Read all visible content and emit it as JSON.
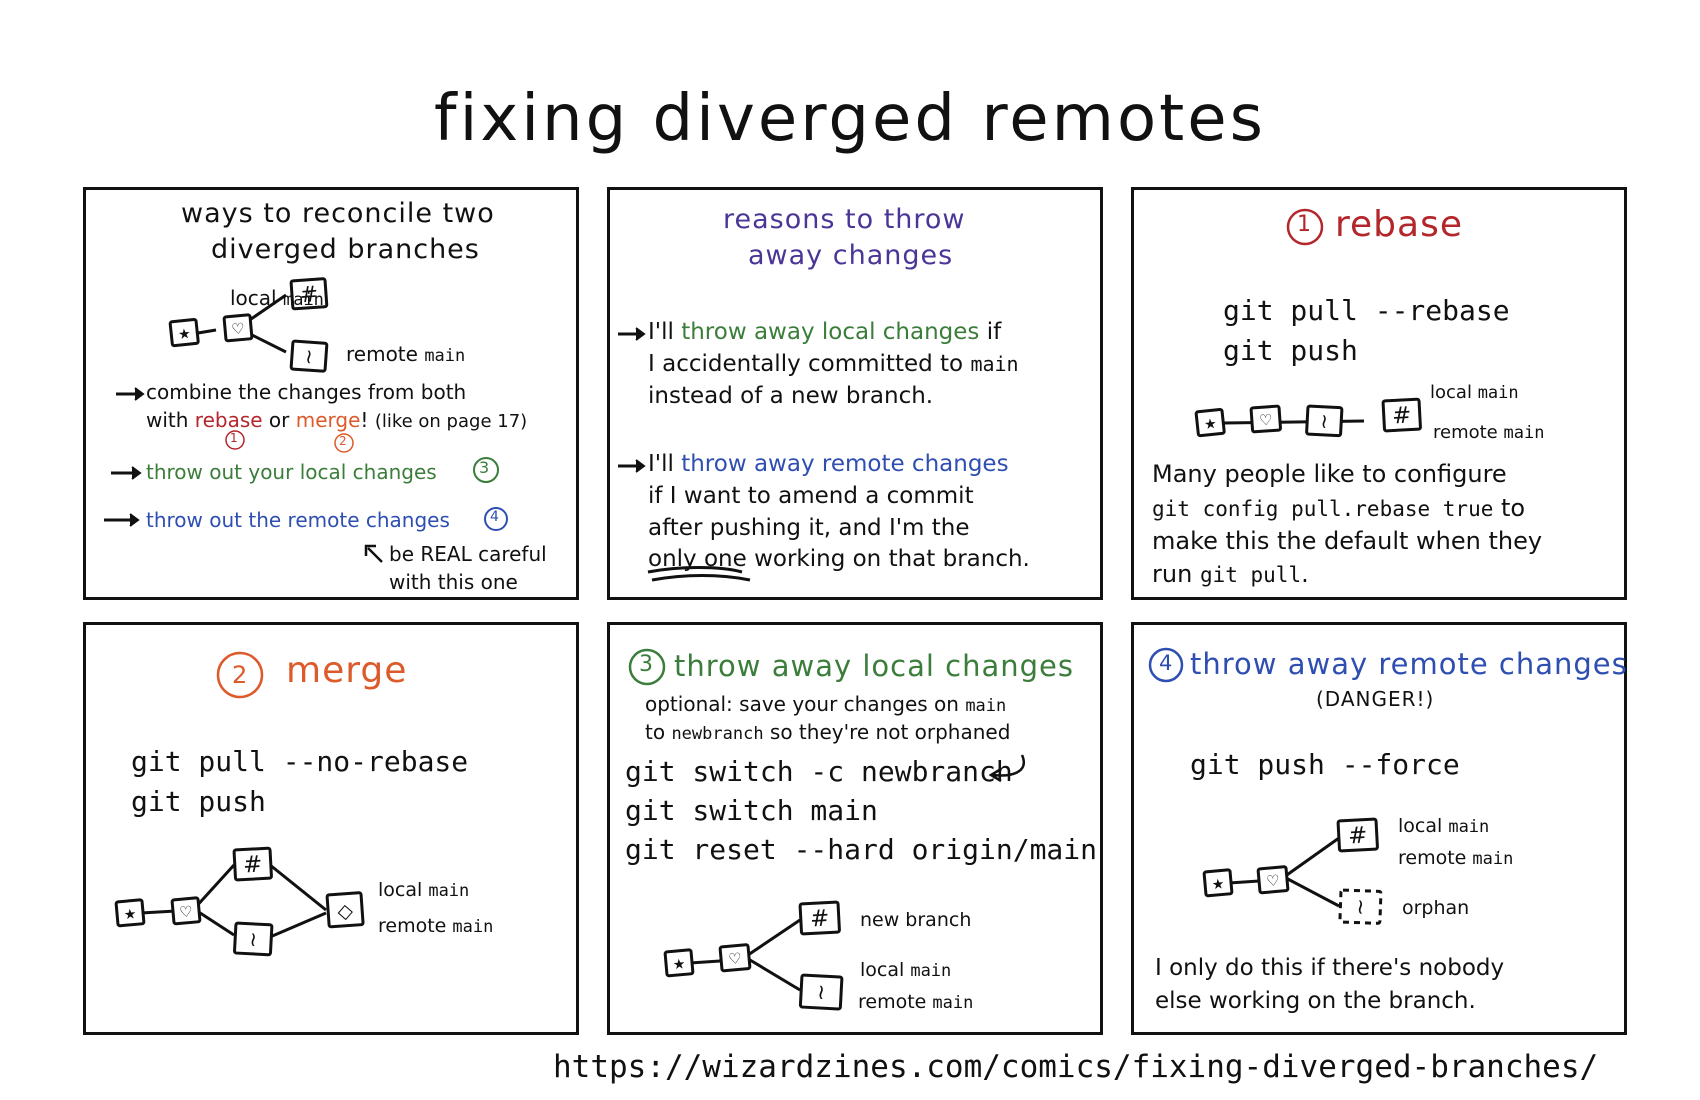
{
  "title": "fixing diverged remotes",
  "url": "https://wizardzines.com/comics/fixing-diverged-branches/",
  "colors": {
    "red": "#b3262b",
    "orange": "#dd5a2a",
    "green": "#3b7d3a",
    "blue": "#2e4fb1",
    "purple": "#4b3597",
    "ink": "#111111"
  },
  "icons": [
    "star-icon",
    "heart-icon",
    "hash-icon",
    "squiggle-icon",
    "diamond-icon"
  ],
  "panel1": {
    "title_line1": "ways to reconcile two",
    "title_line2": "diverged branches",
    "label_local": "local",
    "label_remote": "remote",
    "main": "main",
    "combine_line1": "combine the changes from both",
    "with": "with",
    "rebase": "rebase",
    "or": "or",
    "merge": "merge",
    "bang": "!",
    "like_page": "(like on page 17)",
    "num1": "1",
    "num2": "2",
    "num3": "3",
    "num4": "4",
    "throw_local": "throw out your local changes",
    "throw_remote": "throw out the remote changes",
    "careful_line1": "be REAL careful",
    "careful_line2": "with this one"
  },
  "panel2": {
    "title_line1": "reasons to throw",
    "title_line2": "away changes",
    "r1_prefix": "I'll",
    "r1_colored": "throw away local changes",
    "r1_suffix": "if",
    "r1_line2a": "I accidentally committed to",
    "r1_line2b": "main",
    "r1_line3": "instead of a new branch.",
    "r2_prefix": "I'll",
    "r2_colored": "throw away remote changes",
    "r2_line2": "if I want to amend a commit",
    "r2_line3": "after pushing it, and I'm the",
    "r2_underlined": "only one",
    "r2_line4": "working on that branch."
  },
  "panel3": {
    "num": "1",
    "title": "rebase",
    "code1": "git pull --rebase",
    "code2": "git push",
    "label_local": "local",
    "label_remote": "remote",
    "main": "main",
    "para_line1": "Many people like to configure",
    "para_code": "git config pull.rebase true",
    "para_to": "to",
    "para_line3": "make this the default when they",
    "para_run": "run",
    "para_code2": "git pull",
    "para_end": "."
  },
  "panel4": {
    "num": "2",
    "title": "merge",
    "code1": "git pull --no-rebase",
    "code2": "git push",
    "label_local": "local",
    "label_remote": "remote",
    "main": "main"
  },
  "panel5": {
    "num": "3",
    "title": "throw away local changes",
    "opt_line1a": "optional: save your changes on",
    "opt_line1b": "main",
    "opt_line2a": "to",
    "opt_line2b": "newbranch",
    "opt_line2c": "so they're not orphaned",
    "code1": "git switch -c newbranch",
    "code2": "git switch main",
    "code3": "git reset --hard origin/main",
    "label_new": "new branch",
    "label_local": "local",
    "label_remote": "remote",
    "main": "main"
  },
  "panel6": {
    "num": "4",
    "title": "throw away remote changes",
    "danger": "(DANGER!)",
    "code1": "git push --force",
    "label_local": "local",
    "label_remote": "remote",
    "main": "main",
    "label_orphan": "orphan",
    "note_line1": "I only do this if there's nobody",
    "note_line2": "else working on the branch."
  }
}
